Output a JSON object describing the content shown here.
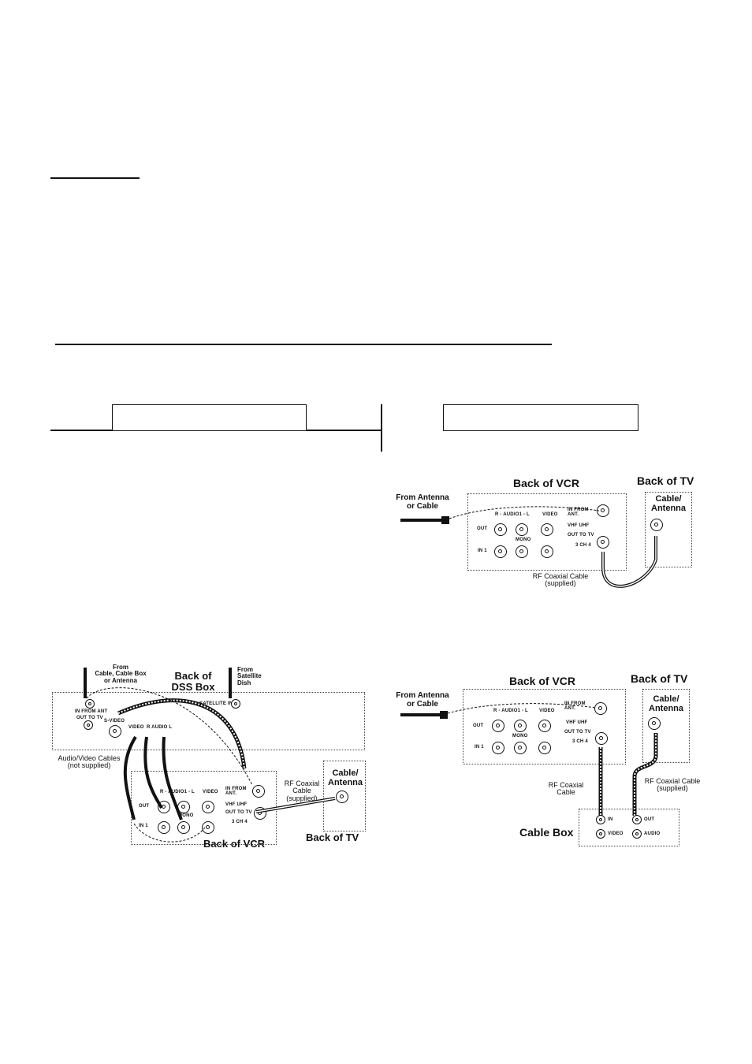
{
  "diagram_right_top": {
    "back_of_vcr": "Back of VCR",
    "back_of_tv": "Back of TV",
    "from_antenna": "From Antenna\nor Cable",
    "cable_antenna": "Cable/\nAntenna",
    "rf_cable": "RF Coaxial Cable\n(supplied)",
    "vcr_panel": {
      "in_from_ant": "IN FROM\nANT.",
      "r_audio_l": "R - AUDIO1 - L",
      "video": "VIDEO",
      "vhf_uhf": "VHF UHF",
      "out_to_tv": "OUT TO TV",
      "out": "OUT",
      "mono": "MONO",
      "in1": "IN 1",
      "ch34": "3 CH 4"
    }
  },
  "diagram_left_bottom": {
    "from_cable": "From\nCable, Cable Box\nor Antenna",
    "back_of_dss": "Back of\nDSS Box",
    "from_satellite": "From\nSatellite\nDish",
    "satellite_in": "SATELLITE IN",
    "in_from_ant": "IN FROM ANT",
    "out_to_tv": "OUT TO TV",
    "svideo": "S-VIDEO",
    "video": "VIDEO",
    "audio": "R  AUDIO  L",
    "av_cables": "Audio/Video Cables\n(not supplied)",
    "rf_cable": "RF Coaxial\nCable\n(supplied)",
    "cable_antenna": "Cable/\nAntenna",
    "back_of_vcr": "Back of VCR",
    "back_of_tv": "Back of TV",
    "vcr_panel": {
      "r_audio_l": "R - AUDIO1 - L",
      "video": "VIDEO",
      "in_from_ant": "IN FROM\nANT.",
      "vhf_uhf": "VHF UHF",
      "out_to_tv": "OUT TO TV",
      "out": "OUT",
      "mono": "MONO",
      "in1": "IN 1",
      "ch34": "3 CH 4"
    }
  },
  "diagram_right_bottom": {
    "back_of_vcr": "Back of VCR",
    "back_of_tv": "Back of TV",
    "from_antenna": "From Antenna\nor Cable",
    "cable_antenna": "Cable/\nAntenna",
    "rf_cable_left": "RF Coaxial\nCable",
    "rf_cable_right": "RF Coaxial Cable\n(supplied)",
    "cable_box": "Cable Box",
    "box_in": "IN",
    "box_out": "OUT",
    "box_video": "VIDEO",
    "box_audio": "AUDIO",
    "vcr_panel": {
      "in_from_ant": "IN FROM\nANT.",
      "r_audio_l": "R - AUDIO1 - L",
      "video": "VIDEO",
      "vhf_uhf": "VHF UHF",
      "out_to_tv": "OUT TO TV",
      "out": "OUT",
      "mono": "MONO",
      "in1": "IN 1",
      "ch34": "3 CH 4"
    }
  }
}
